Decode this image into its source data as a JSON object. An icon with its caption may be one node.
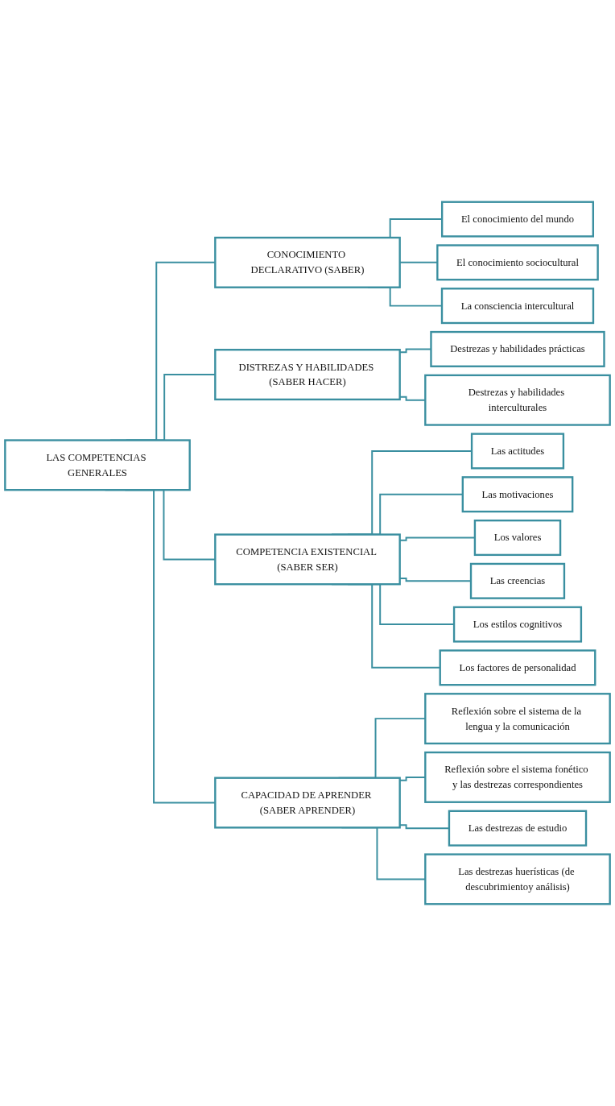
{
  "diagram": {
    "nodes": [
      {
        "text": [
          "LAS COMPETENCIAS GENERALES"
        ]
      },
      {
        "text": [
          "CONOCIMIENTO DECLARATIVO (SABER)"
        ]
      },
      {
        "text": [
          "El conocimiento del mundo"
        ]
      },
      {
        "text": [
          "El conocimiento sociocultural"
        ]
      },
      {
        "text": [
          "La consciencia intercultural"
        ]
      },
      {
        "text": [
          "DISTREZAS Y HABILIDADES (SABER HACER)"
        ]
      },
      {
        "text": [
          "Destrezas y habilidades prácticas"
        ]
      },
      {
        "text": [
          "Destrezas y habilidades interculturales"
        ]
      },
      {
        "text": [
          "COMPETENCIA EXISTENCIAL (SABER SER)"
        ]
      },
      {
        "text": [
          "Las actitudes"
        ]
      },
      {
        "text": [
          "Las motivaciones"
        ]
      },
      {
        "text": [
          "Los valores"
        ]
      },
      {
        "text": [
          "Las creencias"
        ]
      },
      {
        "text": [
          "Los estilos cognitivos"
        ]
      },
      {
        "text": [
          "Los factores de personalidad"
        ]
      },
      {
        "text": [
          "CAPACIDAD DE APRENDER (SABER APRENDER)"
        ]
      },
      {
        "text": [
          "Reflexión sobre el sistema de la lengua y la comunicación"
        ]
      },
      {
        "text": [
          "Reflexión sobre el sistema fonético y las destrezas correspondientes"
        ]
      },
      {
        "text": [
          "Las destrezas de estudio"
        ]
      },
      {
        "text": [
          "Las destrezas huerísticas (de descubrimientoy análisis)"
        ]
      }
    ],
    "edges": [
      {
        "from": 0,
        "to": 1,
        "arrow": "none"
      },
      {
        "from": 1,
        "to": 2,
        "arrow": "none"
      },
      {
        "from": 1,
        "to": 3,
        "arrow": "none"
      },
      {
        "from": 1,
        "to": 4,
        "arrow": "none"
      },
      {
        "from": 0,
        "to": 5,
        "arrow": "none"
      },
      {
        "from": 5,
        "to": 6,
        "arrow": "none"
      },
      {
        "from": 5,
        "to": 7,
        "arrow": "none"
      },
      {
        "from": 0,
        "to": 8,
        "arrow": "none"
      },
      {
        "from": 8,
        "to": 9,
        "arrow": "none"
      },
      {
        "from": 8,
        "to": 10,
        "arrow": "none"
      },
      {
        "from": 8,
        "to": 11,
        "arrow": "none"
      },
      {
        "from": 8,
        "to": 12,
        "arrow": "none"
      },
      {
        "from": 8,
        "to": 13,
        "arrow": "none"
      },
      {
        "from": 8,
        "to": 14,
        "arrow": "none"
      },
      {
        "from": 0,
        "to": 15,
        "arrow": "none"
      },
      {
        "from": 15,
        "to": 16,
        "arrow": "none"
      },
      {
        "from": 15,
        "to": 17,
        "arrow": "none"
      },
      {
        "from": 15,
        "to": 18,
        "arrow": "none"
      },
      {
        "from": 15,
        "to": 19,
        "arrow": "none"
      }
    ]
  }
}
